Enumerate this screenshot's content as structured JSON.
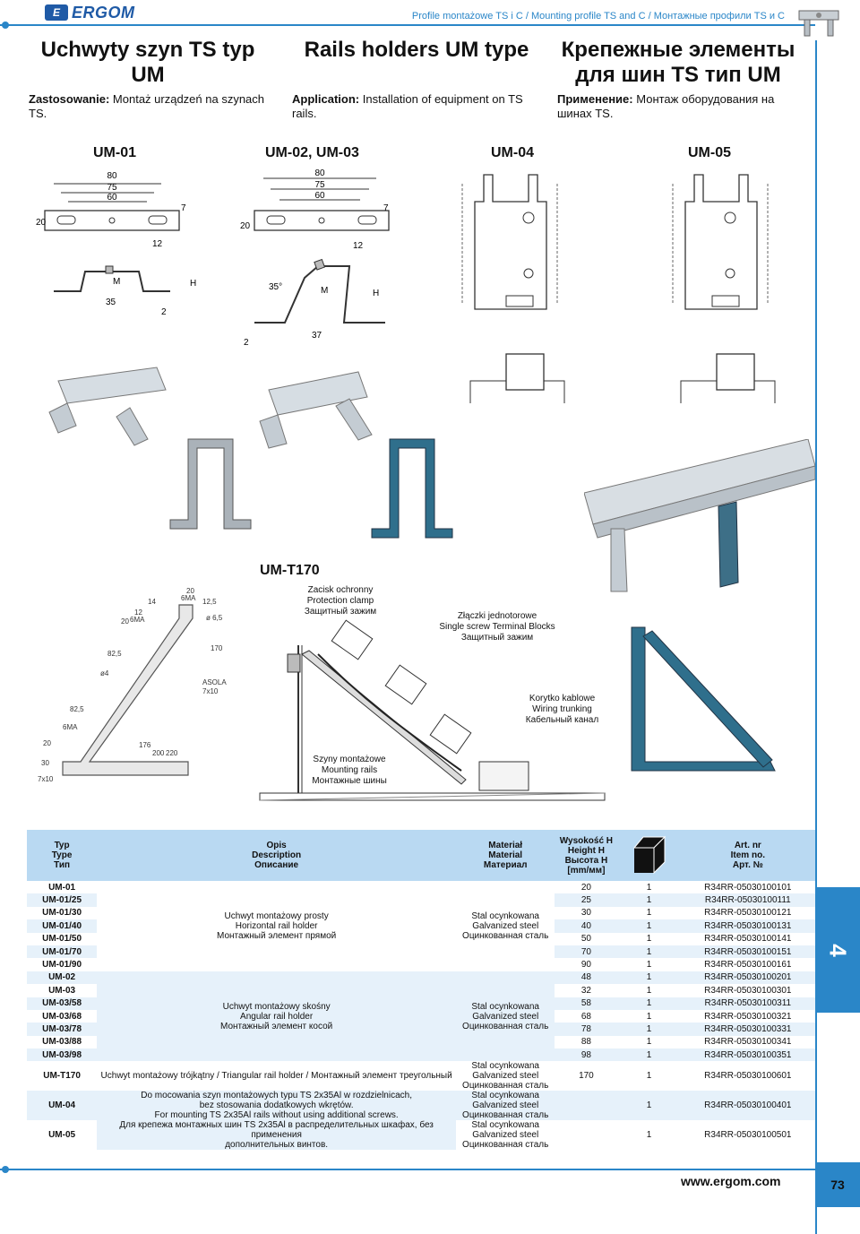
{
  "header": {
    "logo_text": "ERGOM",
    "logo_mark": "E",
    "title": "Profile montażowe TS i C / Mounting profile TS and C / Монтажные профили TS и С"
  },
  "titles": {
    "pl": "Uchwyty szyn TS typ UM",
    "en": "Rails holders UM type",
    "ru": "Крепежные элементы для шин TS тип UM"
  },
  "application": {
    "pl_label": "Zastosowanie:",
    "pl_text": "Montaż urządzeń na szynach TS.",
    "en_label": "Application:",
    "en_text": "Installation of equipment on TS rails.",
    "ru_label": "Применение:",
    "ru_text": "Монтаж оборудования на шинах TS."
  },
  "models": [
    "UM-01",
    "UM-02, UM-03",
    "UM-04",
    "UM-05"
  ],
  "t170": {
    "label": "UM-T170",
    "clamp": [
      "Zacisk ochronny",
      "Protection clamp",
      "Защитный зажим"
    ],
    "terminal": [
      "Złączki jednotorowe",
      "Single screw Terminal Blocks",
      "Защитный зажим"
    ],
    "trunking": [
      "Korytko kablowe",
      "Wiring trunking",
      "Кабельный канал"
    ],
    "rails": [
      "Szyny montażowe",
      "Mounting rails",
      "Монтажные шины"
    ]
  },
  "dims": {
    "um01": [
      "80",
      "75",
      "60",
      "12",
      "7",
      "20",
      "M",
      "35",
      "H",
      "2"
    ],
    "um02": [
      "80",
      "75",
      "60",
      "12",
      "7",
      "20",
      "M",
      "35°",
      "37",
      "H",
      "2"
    ],
    "t170": [
      "20",
      "14",
      "6MA",
      "12,5",
      "12",
      "ø 6,5",
      "20",
      "6MA",
      "82,5",
      "170",
      "ø4",
      "ASOLA",
      "7x10",
      "82,5",
      "6MA",
      "176",
      "200",
      "220",
      "20",
      "30",
      "7x10"
    ]
  },
  "table": {
    "headers": {
      "typ": [
        "Typ",
        "Type",
        "Тип"
      ],
      "desc": [
        "Opis",
        "Description",
        "Описание"
      ],
      "mat": [
        "Materiał",
        "Material",
        "Материал"
      ],
      "h": [
        "Wysokość H",
        "Height H",
        "Высота H",
        "[mm/мм]"
      ],
      "art": [
        "Art. nr",
        "Item no.",
        "Арт. №"
      ]
    },
    "groups": [
      {
        "desc": [
          "Uchwyt montażowy prosty",
          "Horizontal rail holder",
          "Монтажный элемент прямой"
        ],
        "mat": [
          "Stal ocynkowana",
          "Galvanized steel",
          "Оцинкованная сталь"
        ],
        "rows": [
          [
            "UM-01",
            "20",
            "1",
            "R34RR-05030100101"
          ],
          [
            "UM-01/25",
            "25",
            "1",
            "R34RR-05030100111"
          ],
          [
            "UM-01/30",
            "30",
            "1",
            "R34RR-05030100121"
          ],
          [
            "UM-01/40",
            "40",
            "1",
            "R34RR-05030100131"
          ],
          [
            "UM-01/50",
            "50",
            "1",
            "R34RR-05030100141"
          ],
          [
            "UM-01/70",
            "70",
            "1",
            "R34RR-05030100151"
          ],
          [
            "UM-01/90",
            "90",
            "1",
            "R34RR-05030100161"
          ]
        ]
      },
      {
        "desc": [
          "Uchwyt montażowy skośny",
          "Angular rail holder",
          "Монтажный элемент косой"
        ],
        "mat": [
          "Stal ocynkowana",
          "Galvanized steel",
          "Оцинкованная сталь"
        ],
        "rows": [
          [
            "UM-02",
            "48",
            "1",
            "R34RR-05030100201"
          ],
          [
            "UM-03",
            "32",
            "1",
            "R34RR-05030100301"
          ],
          [
            "UM-03/58",
            "58",
            "1",
            "R34RR-05030100311"
          ],
          [
            "UM-03/68",
            "68",
            "1",
            "R34RR-05030100321"
          ],
          [
            "UM-03/78",
            "78",
            "1",
            "R34RR-05030100331"
          ],
          [
            "UM-03/88",
            "88",
            "1",
            "R34RR-05030100341"
          ],
          [
            "UM-03/98",
            "98",
            "1",
            "R34RR-05030100351"
          ]
        ]
      }
    ],
    "t170_row": {
      "typ": "UM-T170",
      "desc": "Uchwyt montażowy trójkątny / Triangular rail holder / Монтажный элемент треугольный",
      "mat": [
        "Stal ocynkowana",
        "Galvanized steel",
        "Оцинкованная сталь"
      ],
      "h": "170",
      "qty": "1",
      "art": "R34RR-05030100601"
    },
    "um04_05": {
      "desc": [
        "Do mocowania szyn montażowych typu TS 2x35Al w rozdzielnicach,",
        "bez stosowania dodatkowych wkrętów.",
        "For mounting TS 2x35Al rails without using additional screws.",
        "Для крепежа монтажных шин TS 2x35Al в распределительных шкафах, без применения",
        "дополнительных винтов."
      ],
      "rows": [
        {
          "typ": "UM-04",
          "mat": [
            "Stal ocynkowana",
            "Galvanized steel",
            "Оцинкованная сталь"
          ],
          "h": "",
          "qty": "1",
          "art": "R34RR-05030100401"
        },
        {
          "typ": "UM-05",
          "mat": [
            "Stal ocynkowana",
            "Galvanized steel",
            "Оцинкованная сталь"
          ],
          "h": "",
          "qty": "1",
          "art": "R34RR-05030100501"
        }
      ]
    }
  },
  "side_tab": "4",
  "footer": {
    "website": "www.ergom.com",
    "page": "73"
  },
  "colors": {
    "accent": "#2a86c8",
    "table_header": "#b9d9f2",
    "row_alt": "#e6f1fa"
  }
}
